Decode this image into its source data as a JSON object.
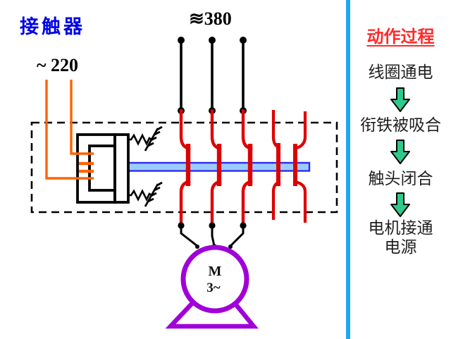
{
  "slide_title": "接触器",
  "diagram": {
    "supply_label": "≋380",
    "coil_voltage_label": "~ 220",
    "motor_letter": "M",
    "motor_phase": "3~"
  },
  "process": {
    "title": "动作过程",
    "steps": [
      "线圈通电",
      "衔铁被吸合",
      "触头闭合",
      "电机接通\n电源"
    ]
  },
  "icons": {
    "step_arrow": "green-block-down-arrow"
  },
  "colors": {
    "title_blue": "#0003e6",
    "process_title_red": "#ff2b2b",
    "contact_red": "#dd0000",
    "coil_orange": "#ff6300",
    "crossbar_fill": "#9cccff",
    "crossbar_border": "#2d2deb",
    "motor_purple": "#a000d8",
    "divider_blue": "#1fa6f6",
    "arrow_green": "#2fc98c"
  }
}
